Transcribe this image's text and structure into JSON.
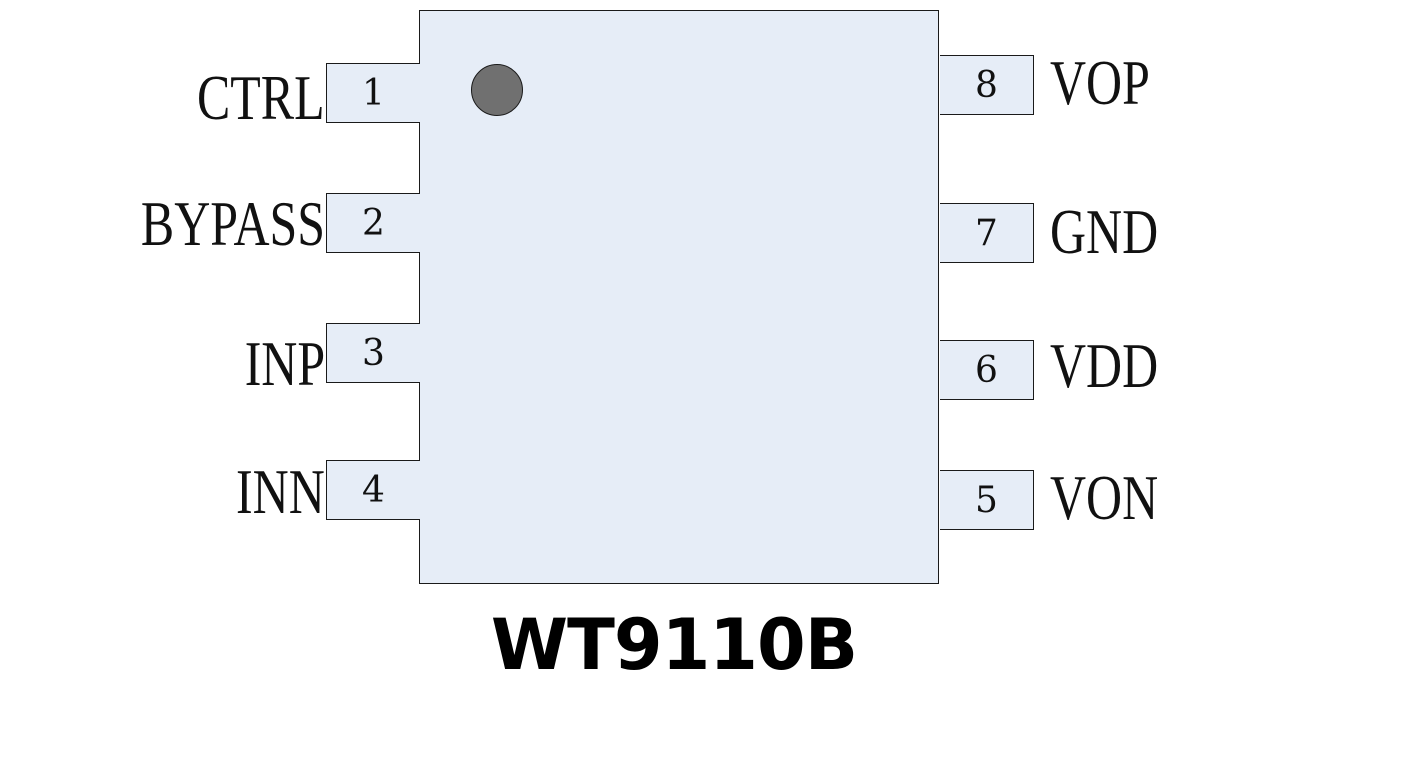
{
  "part_number": "WT9110B",
  "pins_left": [
    {
      "number": "1",
      "label": "CTRL"
    },
    {
      "number": "2",
      "label": "BYPASS"
    },
    {
      "number": "3",
      "label": "INP"
    },
    {
      "number": "4",
      "label": "INN"
    }
  ],
  "pins_right": [
    {
      "number": "8",
      "label": "VOP"
    },
    {
      "number": "7",
      "label": "GND"
    },
    {
      "number": "6",
      "label": "VDD"
    },
    {
      "number": "5",
      "label": "VON"
    }
  ],
  "colors": {
    "body_fill": "#e6edf7",
    "outline": "#1a1a1a",
    "pin1_marker": "#707070"
  }
}
